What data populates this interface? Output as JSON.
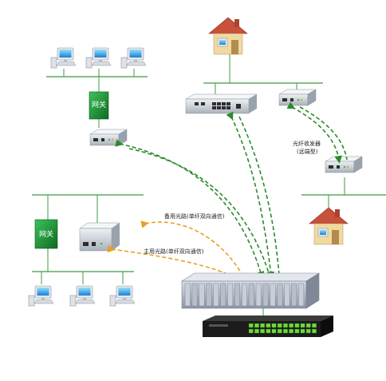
{
  "labels": {
    "gateway_top": "网关",
    "gateway_left": "网关",
    "remote_converter": "光纤收发器",
    "remote_converter_sub": "(远端型)",
    "backup_path": "备用光路(单纤双向通信)",
    "main_path": "主用光路(单纤双向通信)"
  },
  "colors": {
    "network_line": "#3f9b3f",
    "fiber_main": "#2c8a2c",
    "fiber_backup": "#e8a020",
    "gateway_green": "#1f8a2e",
    "chassis": "#9aa3b3",
    "switch_body": "#1b1b1b",
    "switch_port": "#6edb3a",
    "roof": "#c9503a"
  },
  "icons": [
    "computer-icon",
    "house-icon",
    "gateway-icon",
    "media-converter-icon",
    "switch-icon",
    "chassis-icon"
  ]
}
